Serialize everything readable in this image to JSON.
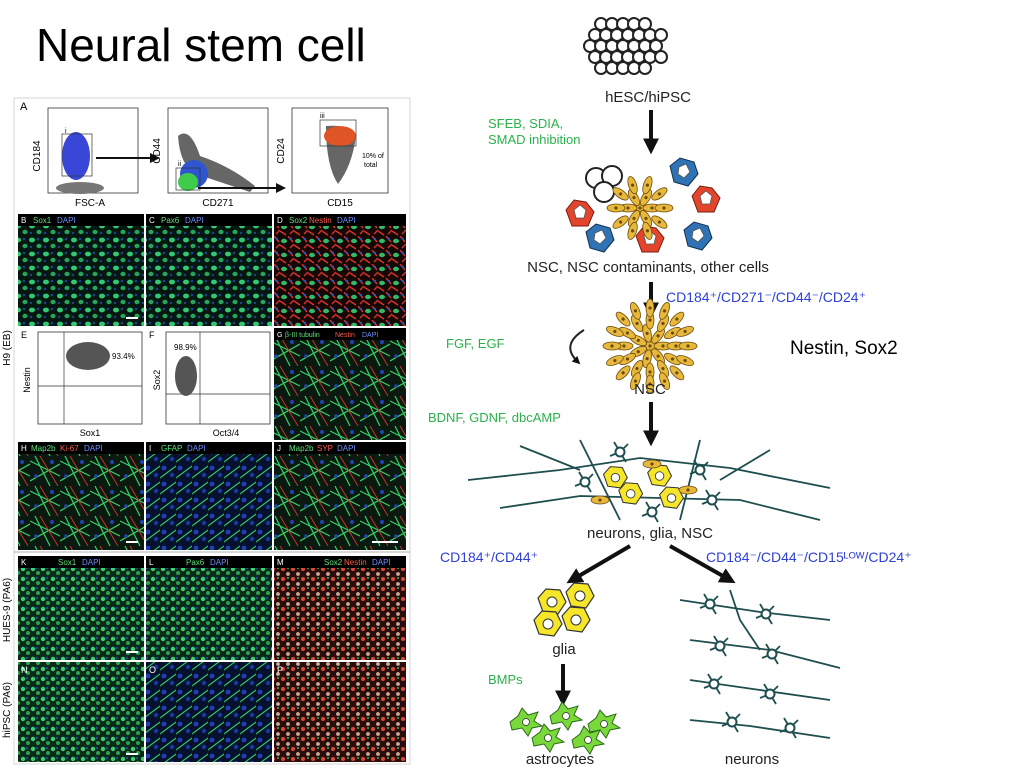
{
  "slide": {
    "title": "Neural stem cell",
    "note": "Nestin, Sox2"
  },
  "figure": {
    "side_labels": [
      "H9 (EB)",
      "HUES-9 (PA6)",
      "hiPSC (PA6)"
    ],
    "flow": {
      "panel_a_label": "A",
      "plot1": {
        "y": "CD184",
        "x": "FSC-A",
        "gate": "i"
      },
      "plot2": {
        "y": "CD44",
        "x": "CD271",
        "gate": "ii"
      },
      "plot3": {
        "y": "CD24",
        "x": "CD15",
        "gate": "iii",
        "note_l1": "10% of",
        "note_l2": "total"
      }
    },
    "panels": {
      "B": {
        "letter": "B",
        "m1": "Sox1",
        "m2": "DAPI"
      },
      "C": {
        "letter": "C",
        "m1": "Pax6",
        "m2": "DAPI"
      },
      "D": {
        "letter": "D",
        "m1": "Sox2",
        "m2": "Nestin",
        "m3": "DAPI"
      },
      "E": {
        "letter": "E",
        "y": "Nestin",
        "x": "Sox1",
        "pct": "93.4%"
      },
      "F": {
        "letter": "F",
        "y": "Sox2",
        "x": "Oct3/4",
        "pct": "98.9%"
      },
      "G": {
        "letter": "G",
        "m1": "β-III tubulin",
        "m2": "Nestin",
        "m3": "DAPI"
      },
      "H": {
        "letter": "H",
        "m1": "Map2b",
        "m2": "Ki-67",
        "m3": "DAPI"
      },
      "I": {
        "letter": "I",
        "m1": "GFAP",
        "m2": "DAPI"
      },
      "J": {
        "letter": "J",
        "m1": "Map2b",
        "m2": "SYP",
        "m3": "DAPI"
      },
      "K": {
        "letter": "K",
        "m1": "Sox1",
        "m2": "DAPI"
      },
      "L": {
        "letter": "L",
        "m1": "Pax6",
        "m2": "DAPI"
      },
      "M": {
        "letter": "M",
        "m1": "Sox2",
        "m2": "Nestin",
        "m3": "DAPI"
      },
      "N": {
        "letter": "N"
      },
      "O": {
        "letter": "O"
      },
      "P": {
        "letter": "P"
      }
    }
  },
  "diagram": {
    "top_label": "hESC/hiPSC",
    "step1": [
      "SFEB, SDIA,",
      "SMAD inhibition"
    ],
    "mix_label": "NSC, NSC contaminants, other cells",
    "sort1": "CD184⁺/CD271⁻/CD44⁻/CD24⁺",
    "growth": "FGF, EGF",
    "nsc": "NSC",
    "diff": "BDNF, GDNF, dbcAMP",
    "neuron_mix": "neurons, glia, NSC",
    "sort_glia": "CD184⁺/CD44⁺",
    "sort_neuron": "CD184⁻/CD44⁻/CD15ᴸᴼᵂ/CD24⁺",
    "glia": "glia",
    "bmps": "BMPs",
    "astrocytes": "astrocytes",
    "neurons": "neurons"
  },
  "colors": {
    "green_text": "#2bb24c",
    "blue_text": "#2e3fd6",
    "nsc_yellow": "#e7b83a",
    "glia_yellow": "#f5e62a",
    "astro_green": "#7ad93a",
    "red_cell": "#e2452b",
    "blue_cell": "#2f73b5",
    "neuron_teal": "#1f4e4f"
  }
}
